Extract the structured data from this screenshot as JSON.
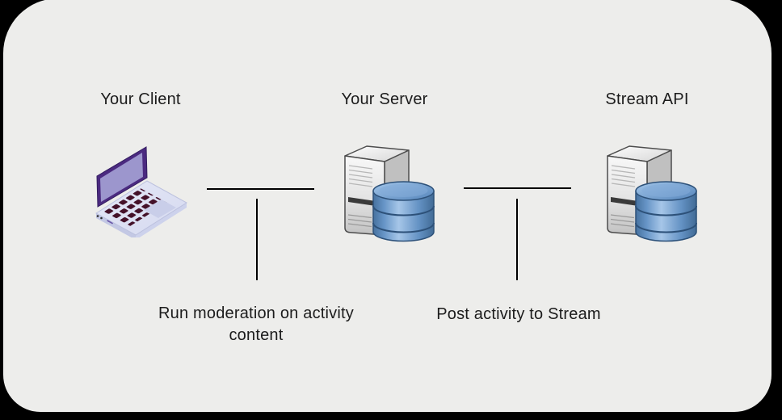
{
  "canvas": {
    "outer_background": "#000000",
    "card_background": "#ededeb",
    "line_color": "#000000",
    "text_color": "#1c1c1c"
  },
  "nodes": [
    {
      "label": "Your Client",
      "icon": "laptop-icon"
    },
    {
      "label": "Your Server",
      "icon": "server-database-icon"
    },
    {
      "label": "Stream API",
      "icon": "server-database-icon"
    }
  ],
  "edges": [
    {
      "from": "Your Client",
      "to": "Your Server",
      "label": "Run moderation on activity content"
    },
    {
      "from": "Your Server",
      "to": "Stream API",
      "label": "Post activity to Stream"
    }
  ],
  "icon_colors": {
    "laptop_lid_purple": "#4b2a80",
    "laptop_screen_lavender": "#9c96cd",
    "laptop_body": "#dde1f3",
    "laptop_keys_maroon": "#441129",
    "server_gray": "#d9d9d9",
    "server_outline": "#4d4d4d",
    "database_blue": "#5b8fc9",
    "database_edge_blue": "#2d5179"
  }
}
